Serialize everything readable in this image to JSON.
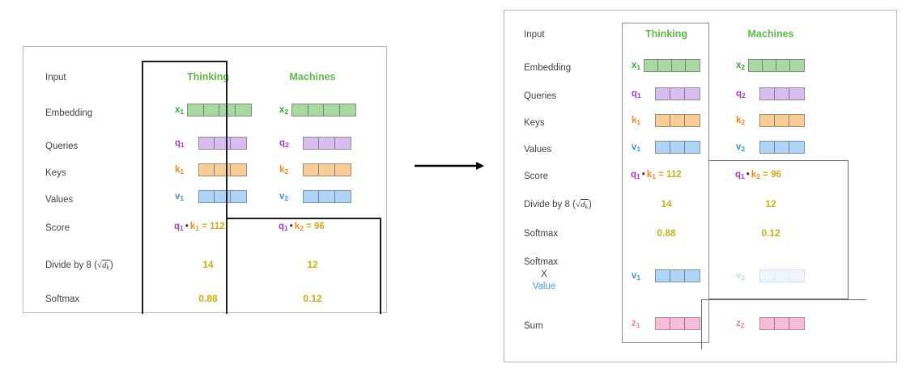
{
  "figure": {
    "title": "Self-attention calculation",
    "arrow": "right-arrow"
  },
  "palette": {
    "green": "#a8d9a3",
    "purple": "#d9bdf0",
    "orange": "#f9cd95",
    "blue": "#aed4f7",
    "pink": "#f6bcd6",
    "faded_blue": "#eff5fc",
    "header_green": "#5cba47",
    "number_yellow": "#c9b013",
    "label_gray": "#3f4347",
    "value_blue": "#4a9ced"
  },
  "left_panel": {
    "columns": [
      {
        "label": "Thinking"
      },
      {
        "label": "Machines"
      }
    ],
    "rows": [
      {
        "name": "Input",
        "label": "Input"
      },
      {
        "name": "Embedding",
        "label": "Embedding"
      },
      {
        "name": "Queries",
        "label": "Queries"
      },
      {
        "name": "Keys",
        "label": "Keys"
      },
      {
        "name": "Values",
        "label": "Values"
      },
      {
        "name": "Score",
        "label": "Score"
      },
      {
        "name": "Divide",
        "label": "Divide by 8 (",
        "math": "d",
        "math_sub": "k",
        "label_tail": ")"
      },
      {
        "name": "Softmax",
        "label": "Softmax"
      }
    ],
    "vectors": {
      "embedding": [
        {
          "label": "x",
          "sub": "1",
          "cells": 4
        },
        {
          "label": "x",
          "sub": "2",
          "cells": 4
        }
      ],
      "queries": [
        {
          "label": "q",
          "sub": "1",
          "cells": 3
        },
        {
          "label": "q",
          "sub": "2",
          "cells": 3
        }
      ],
      "keys": [
        {
          "label": "k",
          "sub": "1",
          "cells": 3
        },
        {
          "label": "k",
          "sub": "2",
          "cells": 3
        }
      ],
      "values": [
        {
          "label": "v",
          "sub": "1",
          "cells": 3
        },
        {
          "label": "v",
          "sub": "2",
          "cells": 3
        }
      ]
    },
    "score": [
      {
        "q": "q",
        "q_sub": "1",
        "dot": "•",
        "k": "k",
        "k_sub": "1",
        "eq": "=",
        "value": "112"
      },
      {
        "q": "q",
        "q_sub": "1",
        "dot": "•",
        "k": "k",
        "k_sub": "2",
        "eq": "=",
        "value": "96"
      }
    ],
    "divide": [
      "14",
      "12"
    ],
    "softmax": [
      "0.88",
      "0.12"
    ]
  },
  "right_panel": {
    "columns": [
      {
        "label": "Thinking"
      },
      {
        "label": "Machines"
      }
    ],
    "rows": [
      {
        "name": "Input",
        "label": "Input"
      },
      {
        "name": "Embedding",
        "label": "Embedding"
      },
      {
        "name": "Queries",
        "label": "Queries"
      },
      {
        "name": "Keys",
        "label": "Keys"
      },
      {
        "name": "Values",
        "label": "Values"
      },
      {
        "name": "Score",
        "label": "Score"
      },
      {
        "name": "Divide",
        "label": "Divide by 8 (",
        "math": "d",
        "math_sub": "k",
        "label_tail": ")"
      },
      {
        "name": "Softmax",
        "label": "Softmax"
      },
      {
        "name": "SoftmaxValue",
        "line1": "Softmax",
        "line2": "X",
        "line3": "Value"
      },
      {
        "name": "Sum",
        "label": "Sum"
      }
    ],
    "vectors": {
      "embedding": [
        {
          "label": "x",
          "sub": "1",
          "cells": 4
        },
        {
          "label": "x",
          "sub": "2",
          "cells": 4
        }
      ],
      "queries": [
        {
          "label": "q",
          "sub": "1",
          "cells": 3
        },
        {
          "label": "q",
          "sub": "2",
          "cells": 3
        }
      ],
      "keys": [
        {
          "label": "k",
          "sub": "1",
          "cells": 3
        },
        {
          "label": "k",
          "sub": "2",
          "cells": 3
        }
      ],
      "values": [
        {
          "label": "v",
          "sub": "1",
          "cells": 3
        },
        {
          "label": "v",
          "sub": "2",
          "cells": 3
        }
      ],
      "weighted_values": [
        {
          "label": "v",
          "sub": "1",
          "cells": 3,
          "faded": false
        },
        {
          "label": "v",
          "sub": "2",
          "cells": 3,
          "faded": true
        }
      ],
      "sum": [
        {
          "label": "z",
          "sub": "1",
          "cells": 3
        },
        {
          "label": "z",
          "sub": "2",
          "cells": 3
        }
      ]
    },
    "score": [
      {
        "q": "q",
        "q_sub": "1",
        "dot": "•",
        "k": "k",
        "k_sub": "1",
        "eq": "=",
        "value": "112"
      },
      {
        "q": "q",
        "q_sub": "1",
        "dot": "•",
        "k": "k",
        "k_sub": "2",
        "eq": "=",
        "value": "96"
      }
    ],
    "divide": [
      "14",
      "12"
    ],
    "softmax": [
      "0.88",
      "0.12"
    ]
  }
}
